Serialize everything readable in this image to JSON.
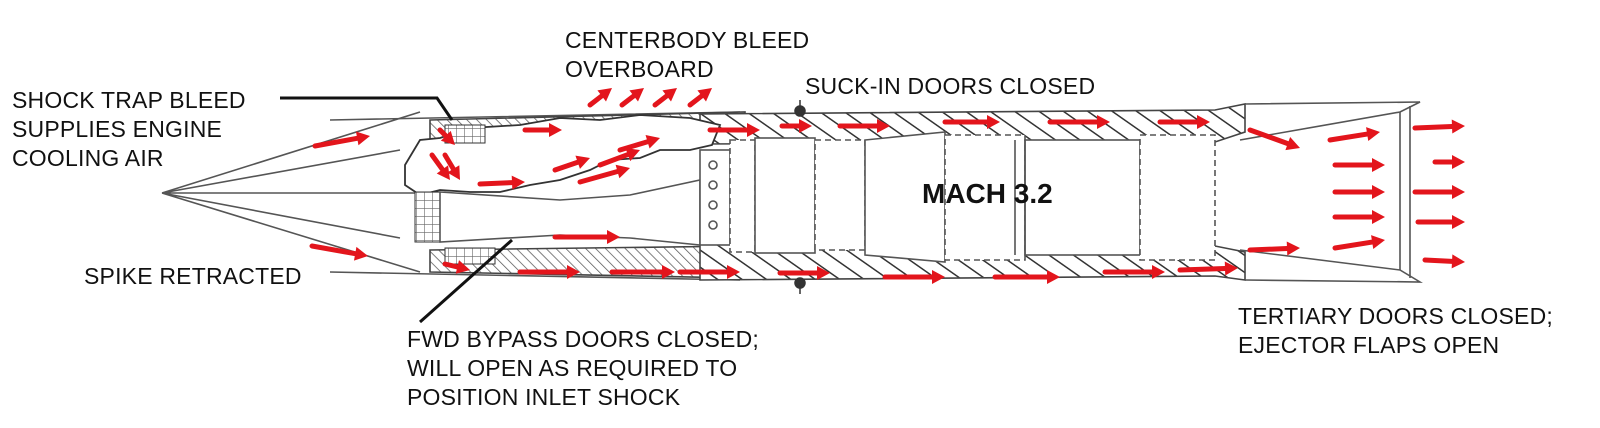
{
  "labels": {
    "centerbody_bleed": [
      "CENTERBODY BLEED",
      "OVERBOARD"
    ],
    "shock_trap": [
      "SHOCK TRAP BLEED",
      "SUPPLIES ENGINE",
      "COOLING AIR"
    ],
    "suck_in_doors": "SUCK-IN DOORS CLOSED",
    "mach": "MACH 3.2",
    "spike": "SPIKE RETRACTED",
    "fwd_bypass": [
      "FWD BYPASS DOORS CLOSED;",
      "WILL OPEN AS REQUIRED TO",
      "POSITION INLET SHOCK"
    ],
    "tertiary": [
      "TERTIARY DOORS CLOSED;",
      "EJECTOR FLAPS OPEN"
    ]
  },
  "colors": {
    "airflow_arrow": "#e3151c",
    "structure": "#555555",
    "text": "#111111"
  }
}
